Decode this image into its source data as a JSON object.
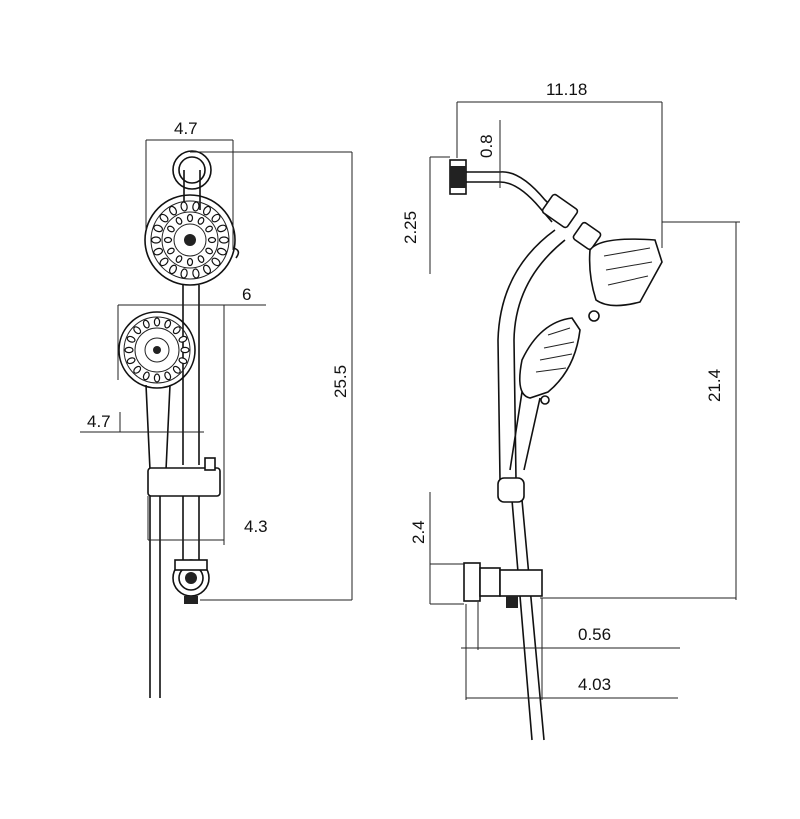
{
  "diagram": {
    "front_view": {
      "dimensions": {
        "showerhead_width": "4.7",
        "slide_bar_offset": "6",
        "handshower_width": "4.7",
        "bracket_depth": "4.3",
        "overall_height": "25.5"
      }
    },
    "side_view": {
      "dimensions": {
        "overall_projection": "11.18",
        "flange_depth": "0.8",
        "arm_drop": "2.25",
        "head_to_valve_height": "21.4",
        "valve_height": "2.4",
        "valve_inlet": "0.56",
        "valve_depth": "4.03"
      }
    },
    "colors": {
      "line": "#222222",
      "background": "#ffffff"
    }
  }
}
